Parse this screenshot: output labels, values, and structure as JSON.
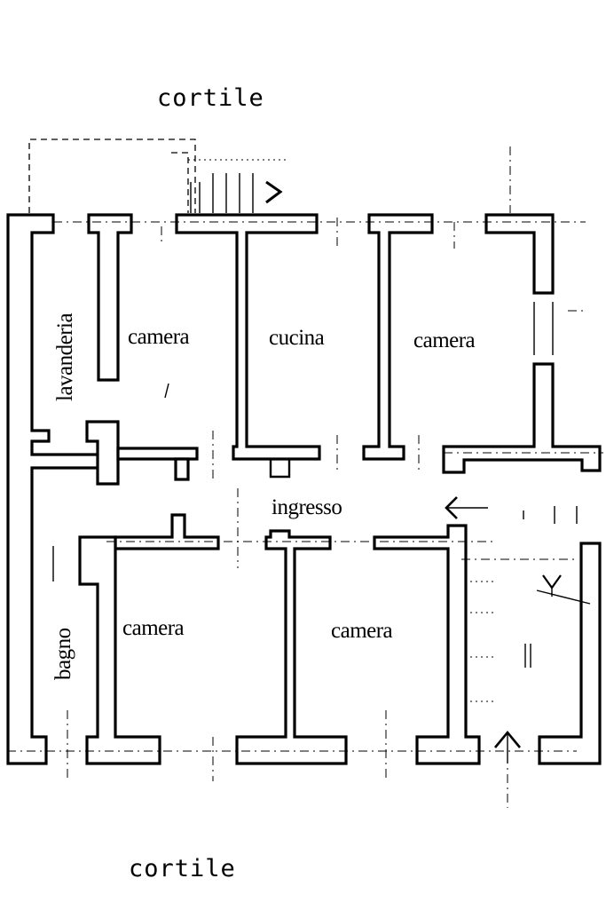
{
  "labels": {
    "top_court": "cortile",
    "bottom_court": "cortile",
    "laundry": "lavanderia",
    "camera_top_left": "camera",
    "kitchen": "cucina",
    "camera_top_right": "camera",
    "entrance": "ingresso",
    "bath": "bagno",
    "camera_bottom_left": "camera",
    "camera_bottom_right": "camera"
  },
  "colors": {
    "ink": "#000000",
    "paper": "#ffffff"
  }
}
